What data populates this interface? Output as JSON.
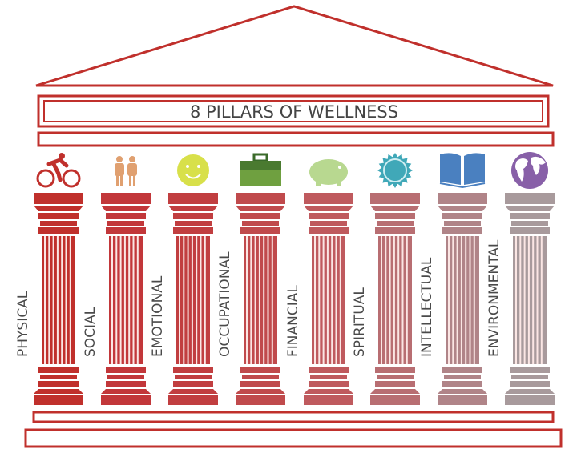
{
  "title": "8 PILLARS OF WELLNESS",
  "frame_color": "#c0302c",
  "pillars": [
    {
      "label": "PHYSICAL",
      "icon": "cyclist-icon",
      "color": "#c0302c",
      "icon_color": "#c0302c"
    },
    {
      "label": "SOCIAL",
      "icon": "people-icon",
      "color": "#c2373a",
      "icon_color": "#e0a070"
    },
    {
      "label": "EMOTIONAL",
      "icon": "smiley-icon",
      "color": "#c13e40",
      "icon_color": "#d8e04a"
    },
    {
      "label": "OCCUPATIONAL",
      "icon": "briefcase-icon",
      "color": "#c04a4c",
      "icon_color": "#6fa040"
    },
    {
      "label": "FINANCIAL",
      "icon": "piggy-bank-icon",
      "color": "#bf5a5e",
      "icon_color": "#b8d890"
    },
    {
      "label": "SPIRITUAL",
      "icon": "sun-icon",
      "color": "#b86e72",
      "icon_color": "#40a8b8"
    },
    {
      "label": "INTELLECTUAL",
      "icon": "book-icon",
      "color": "#b08488",
      "icon_color": "#4a80c0"
    },
    {
      "label": "ENVIRONMENTAL",
      "icon": "globe-icon",
      "color": "#a89a9c",
      "icon_color": "#8860a8"
    }
  ]
}
